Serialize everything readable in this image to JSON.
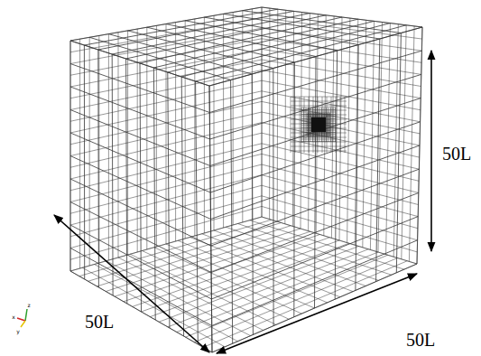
{
  "diagram": {
    "labels": [
      "50L",
      "50L",
      "50L",
      "z",
      "x",
      "y"
    ]
  }
}
